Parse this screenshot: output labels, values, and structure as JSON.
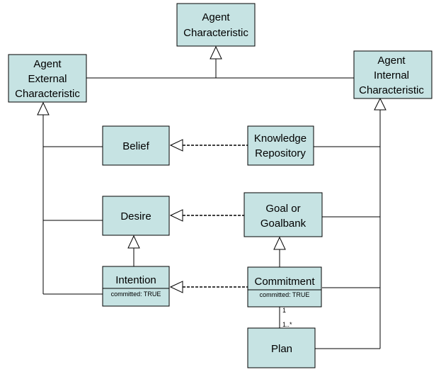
{
  "nodes": {
    "agent_characteristic": {
      "lines": [
        "Agent",
        "Characteristic"
      ]
    },
    "agent_external": {
      "lines": [
        "Agent",
        "External",
        "Characteristic"
      ]
    },
    "agent_internal": {
      "lines": [
        "Agent",
        "Internal",
        "Characteristic"
      ]
    },
    "belief": {
      "lines": [
        "Belief"
      ]
    },
    "knowledge_repository": {
      "lines": [
        "Knowledge",
        "Repository"
      ]
    },
    "desire": {
      "lines": [
        "Desire"
      ]
    },
    "goal": {
      "lines": [
        "Goal or",
        "Goalbank"
      ]
    },
    "intention": {
      "lines": [
        "Intention"
      ],
      "attribute": "committed: TRUE"
    },
    "commitment": {
      "lines": [
        "Commitment"
      ],
      "attribute": "committed: TRUE"
    },
    "plan": {
      "lines": [
        "Plan"
      ]
    }
  },
  "multiplicities": {
    "commitment_end": "1",
    "plan_end": "1..*"
  },
  "colors": {
    "box_fill": "#c6e3e3",
    "stroke": "#000000"
  }
}
